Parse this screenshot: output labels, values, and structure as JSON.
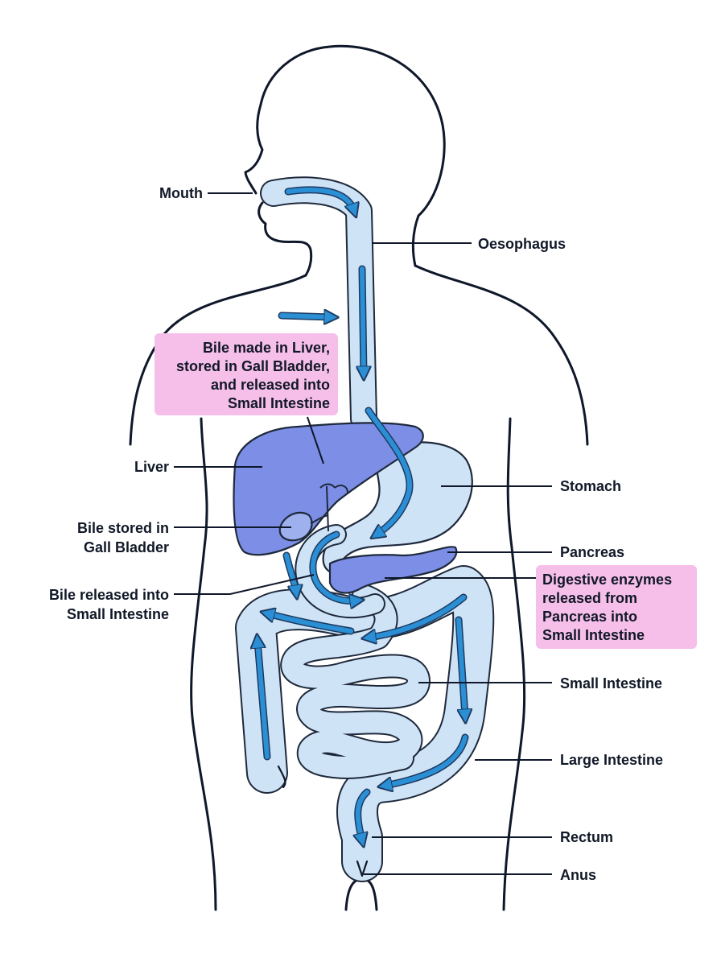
{
  "labels": {
    "mouth": "Mouth",
    "oesophagus": "Oesophagus",
    "liver": "Liver",
    "stomach": "Stomach",
    "gall_bladder_line1": "Bile stored in",
    "gall_bladder_line2": "Gall Bladder",
    "pancreas": "Pancreas",
    "bile_released_line1": "Bile released into",
    "bile_released_line2": "Small Intestine",
    "small_intestine": "Small Intestine",
    "large_intestine": "Large Intestine",
    "rectum": "Rectum",
    "anus": "Anus"
  },
  "notes": {
    "bile": [
      "Bile made in Liver,",
      "stored in Gall Bladder,",
      "and released into",
      "Small Intestine"
    ],
    "enzymes": [
      "Digestive enzymes",
      "released from",
      "Pancreas into",
      "Small Intestine"
    ]
  },
  "colors": {
    "organ_light": "#cfe3f7",
    "organ_dark": "#7c8ee6",
    "flow_arrow": "#2b8fd6",
    "note_box": "#f6bfea",
    "outline": "#0f172a"
  }
}
